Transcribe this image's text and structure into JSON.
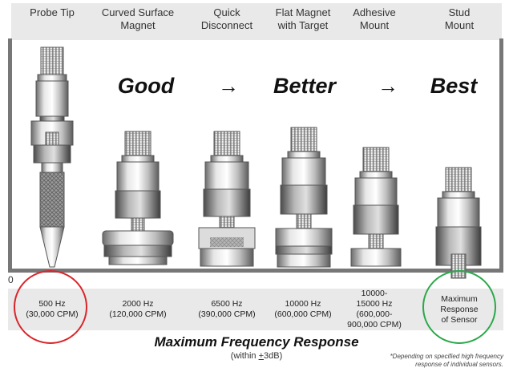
{
  "mounts": [
    {
      "label": "Probe Tip",
      "frequency": "500 Hz\n(30,000 CPM)"
    },
    {
      "label": "Curved Surface\nMagnet",
      "frequency": "2000 Hz\n(120,000 CPM)"
    },
    {
      "label": "Quick\nDisconnect",
      "frequency": "6500 Hz\n(390,000 CPM)"
    },
    {
      "label": "Flat Magnet\nwith Target",
      "frequency": "10000 Hz\n(600,000 CPM)"
    },
    {
      "label": "Adhesive\nMount",
      "frequency": "10000-\n15000 Hz\n(600,000-\n900,000 CPM)"
    },
    {
      "label": "Stud\nMount",
      "frequency": "Maximum\nResponse\nof Sensor"
    }
  ],
  "ranking": {
    "good": "Good",
    "better": "Better",
    "best": "Best",
    "arrow": "→"
  },
  "axis_zero": "0",
  "footer": {
    "title": "Maximum Frequency Response",
    "subtitle_prefix": "(within ",
    "subtitle_pm": "+",
    "subtitle_suffix": "3dB)",
    "footnote": "*Depending on specified high frequency response of individual sensors."
  },
  "colors": {
    "worst_circle": "#d9252a",
    "best_circle": "#2aa84a",
    "band": "#e9e9e9",
    "frame": "#777777"
  }
}
